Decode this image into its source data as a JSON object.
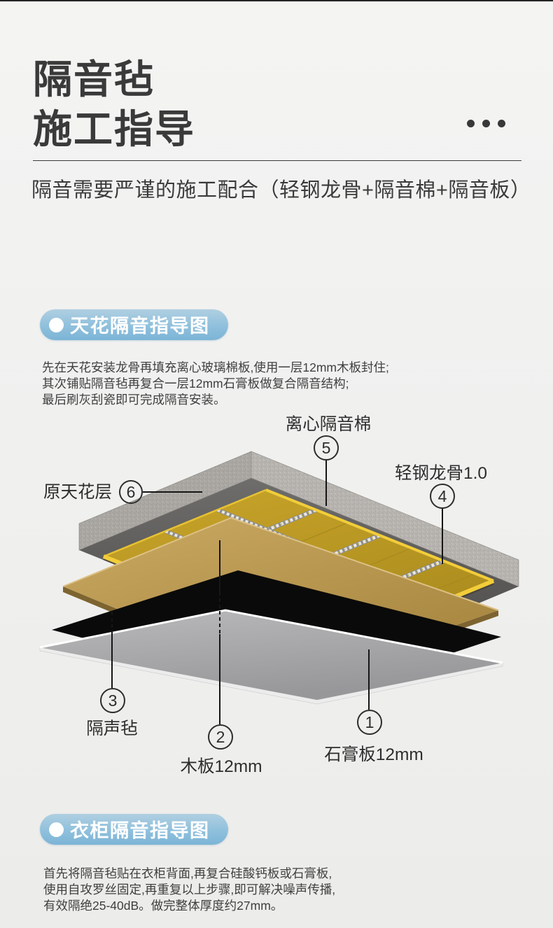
{
  "header": {
    "title_line1": "隔音毡",
    "title_line2": "施工指导",
    "subtitle": "隔音需要严谨的施工配合（轻钢龙骨+隔音棉+隔音板）"
  },
  "sections": [
    {
      "badge": "天花隔音指导图",
      "body_lines": [
        "先在天花安装龙骨再填充离心玻璃棉板,使用一层12mm木板封住;",
        "其次铺贴隔音毡再复合一层12mm石膏板做复合隔音结构;",
        "最后刷灰刮瓷即可完成隔音安装。"
      ]
    },
    {
      "badge": "衣柜隔音指导图",
      "body_lines": [
        "首先将隔音毡贴在衣柜背面,再复合硅酸钙板或石膏板,",
        "使用自攻罗丝固定,再重复以上步骤,即可解决噪声传播,",
        "有效隔绝25-40dB。做完整体厚度约27mm。"
      ]
    }
  ],
  "diagram": {
    "labels": {
      "cotton": {
        "num": "5",
        "text": "离心隔音棉"
      },
      "keel": {
        "num": "4",
        "text": "轻钢龙骨1.0"
      },
      "ceiling": {
        "num": "6",
        "text": "原天花层"
      },
      "felt": {
        "num": "3",
        "text": "隔声毡"
      },
      "wood": {
        "num": "2",
        "text": "木板12mm"
      },
      "gypsum": {
        "num": "1",
        "text": "石膏板12mm"
      }
    },
    "layer_colors": {
      "slab_gray": "#b8b5b1",
      "underside_gray": "#5f5e5c",
      "insulation_yellow": "#bd9c26",
      "keel_silver": "#d6d5d1",
      "wood_tan": "#bfa057",
      "felt_black": "#0a0a0a",
      "gypsum_gray": "#a9a9ab",
      "badge_blue": "#7cb4d6"
    }
  }
}
